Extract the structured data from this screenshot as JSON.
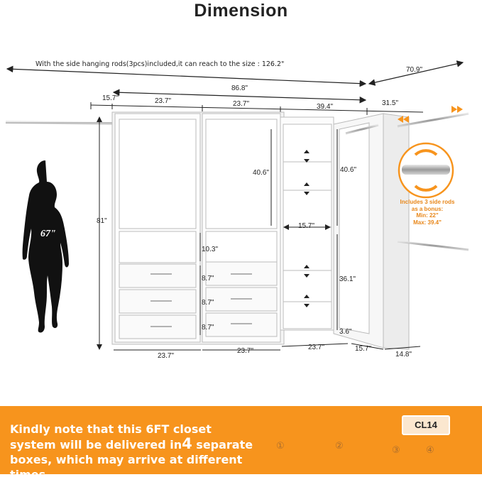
{
  "title": "Dimension",
  "note": "With the side hanging rods(3pcs)included,it can reach to the size : 126.2\"",
  "dims": {
    "d_126_top_right": "70.9\"",
    "d_86": "86.8\"",
    "d_15_7_top": "15.7\"",
    "d_23_7_a": "23.7\"",
    "d_23_7_b": "23.7\"",
    "d_39_4": "39.4\"",
    "d_31_5": "31.5\"",
    "d_81": "81\"",
    "d_40_6_left": "40.6\"",
    "d_40_6_right": "40.6\"",
    "d_10_3": "10.3\"",
    "d_8_7_a": "8.7\"",
    "d_8_7_b": "8.7\"",
    "d_8_7_c": "8.7\"",
    "d_15_7_mid": "15.7\"",
    "d_36_1": "36.1\"",
    "d_3_6": "3.6\"",
    "d_23_7_bot_a": "23.7\"",
    "d_23_7_bot_b": "23.7\"",
    "d_23_7_bot_c": "23.7\"",
    "d_15_7_bot": "15.7\"",
    "d_14_8": "14.8\""
  },
  "person_height": "67\"",
  "bonus": {
    "line1": "Includes 3 side rods",
    "line2": "as a bonus:",
    "line3": "Min: 22\"",
    "line4": "Max: 39.4\""
  },
  "bottom": {
    "text_pre": "Kindly note that this 6FT closet system will be delivered in",
    "text_num": "4",
    "text_post": " separate boxes, which may arrive at different times.",
    "box_label": "CL14",
    "boxes": [
      "①",
      "②",
      "③",
      "④"
    ]
  },
  "colors": {
    "accent": "#f7941d",
    "panel": "#ffffff",
    "line": "#222222"
  }
}
